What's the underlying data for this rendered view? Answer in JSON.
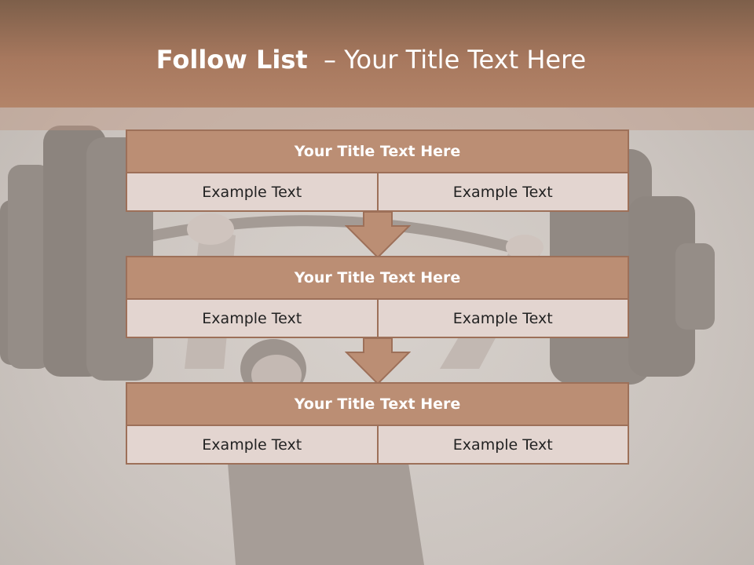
{
  "header": {
    "title_bold": "Follow List",
    "title_rest": "  – Your Title Text Here"
  },
  "steps": [
    {
      "title": "Your Title Text Here",
      "cells": [
        "Example Text",
        "Example Text"
      ]
    },
    {
      "title": "Your Title Text Here",
      "cells": [
        "Example Text",
        "Example Text"
      ]
    },
    {
      "title": "Your Title Text Here",
      "cells": [
        "Example Text",
        "Example Text"
      ]
    }
  ],
  "colors": {
    "header": "#a7785e",
    "block_title": "#bb8e74",
    "cell": "#e3d5d0",
    "border": "#9d7059"
  },
  "background_image": "weightlifter-silhouette"
}
